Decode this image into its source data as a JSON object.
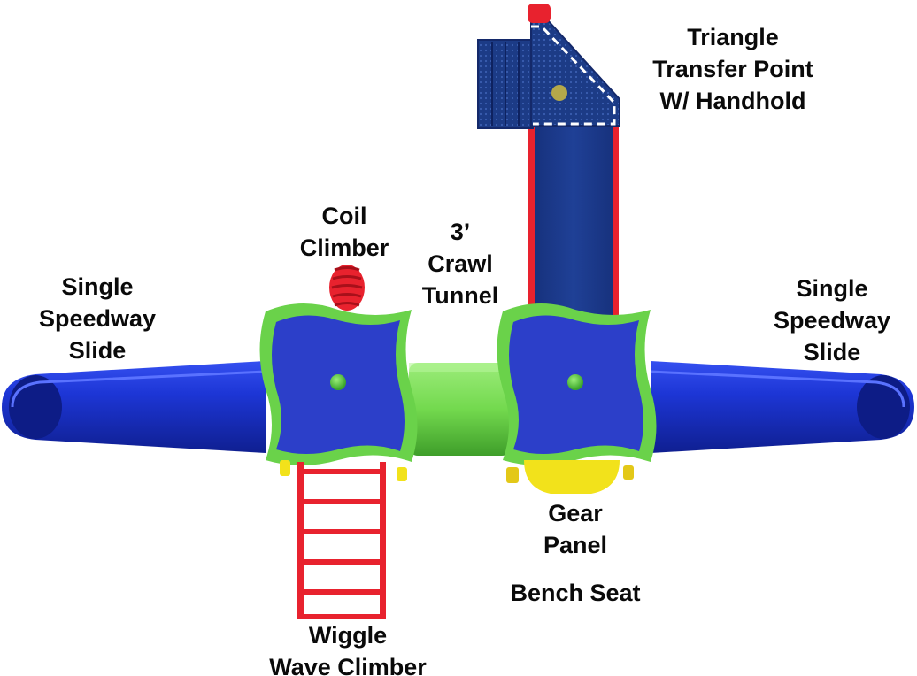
{
  "labels": {
    "triangle_transfer": [
      "Triangle",
      "Transfer Point",
      "W/ Handhold"
    ],
    "coil_climber": [
      "Coil",
      "Climber"
    ],
    "crawl_tunnel": [
      "3’",
      "Crawl",
      "Tunnel"
    ],
    "slide_left": [
      "Single",
      "Speedway",
      "Slide"
    ],
    "slide_right": [
      "Single",
      "Speedway",
      "Slide"
    ],
    "gear_panel": [
      "Gear",
      "Panel"
    ],
    "bench_seat": "Bench Seat",
    "wiggle_wave": [
      "Wiggle",
      "Wave Climber"
    ]
  },
  "colors": {
    "deck_blue": "#2c3fc9",
    "deck_green": "#6ad24a",
    "slide_blue": "#1d36d6",
    "tunnel_green": "#73d94e",
    "frame_red": "#e8222e",
    "panel_navy": "#1c3b86",
    "bench_yellow": "#f2e21b"
  }
}
